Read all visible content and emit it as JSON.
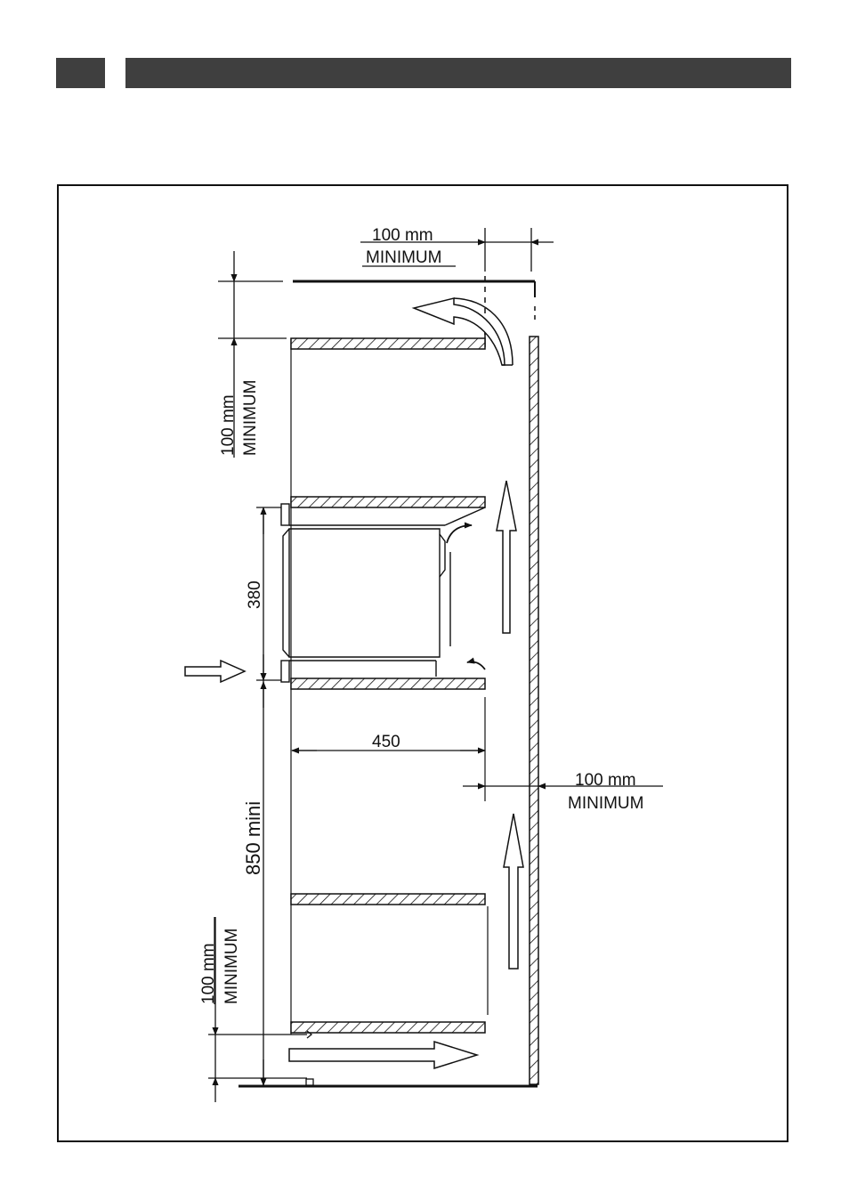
{
  "labels": {
    "top_gap_value": "100 mm",
    "top_gap_unit": "MINIMUM",
    "left_top_value": "100 mm",
    "left_top_unit": "MINIMUM",
    "oven_height": "380",
    "depth": "450",
    "rear_gap_value": "100 mm",
    "rear_gap_unit": "MINIMUM",
    "height_total": "850 mini",
    "bottom_gap_value": "100 mm",
    "bottom_gap_unit": "MINIMUM"
  },
  "colors": {
    "header": "#3f3f3f",
    "line": "#111111"
  }
}
